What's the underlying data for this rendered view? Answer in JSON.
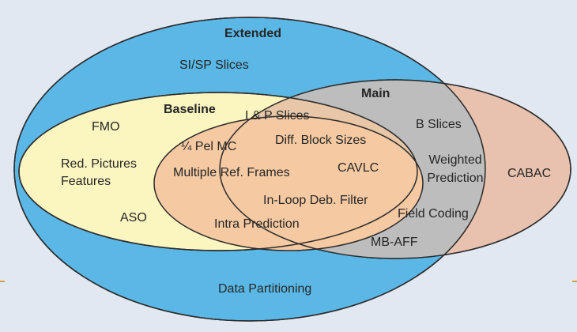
{
  "sets": {
    "extended": {
      "title": "Extended",
      "color": "#5bb8e6"
    },
    "main": {
      "title": "Main",
      "color": "#bdbdbd"
    },
    "baseline": {
      "title": "Baseline",
      "color": "#fbf5c0"
    },
    "cabac_region": {
      "color": "#e8c2ae"
    },
    "core": {
      "color": "#f5c9a2"
    }
  },
  "labels": {
    "si_sp_slices": "SI/SP Slices",
    "data_partitioning": "Data Partitioning",
    "fmo": "FMO",
    "red_pictures_line1": "Red. Pictures",
    "red_pictures_line2": "Features",
    "aso": "ASO",
    "ip_slices": "I & P Slices",
    "quarter_pel_mc": "¼ Pel MC",
    "diff_block_sizes": "Diff. Block Sizes",
    "multiple_ref_frames": "Multiple Ref. Frames",
    "cavlc": "CAVLC",
    "in_loop_deb_filter": "In-Loop Deb. Filter",
    "intra_prediction": "Intra Prediction",
    "b_slices": "B Slices",
    "weighted_prediction_line1": "Weighted",
    "weighted_prediction_line2": "Prediction",
    "field_coding": "Field Coding",
    "mb_aff": "MB-AFF",
    "cabac": "CABAC"
  }
}
